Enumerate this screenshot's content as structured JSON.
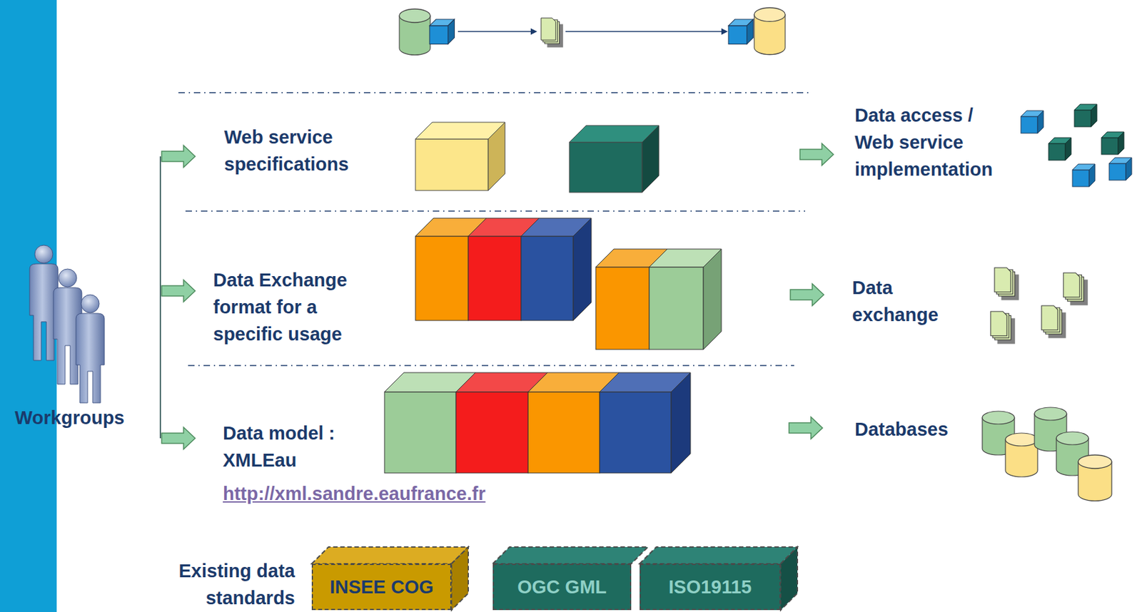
{
  "diagram": {
    "nodes": [
      {
        "text": [
          "INSEE COG"
        ]
      },
      {
        "text": [
          "OGC GML"
        ]
      },
      {
        "text": [
          "ISO19115"
        ]
      }
    ],
    "labels": [
      "Workgroups",
      "Web service specifications",
      "Data Exchange format for a specific usage",
      "Data model : XMLEau",
      "http://xml.sandre.eaufrance.fr",
      "Data access / Web service implementation",
      "Data exchange",
      "Databases",
      "Existing data standards"
    ]
  }
}
